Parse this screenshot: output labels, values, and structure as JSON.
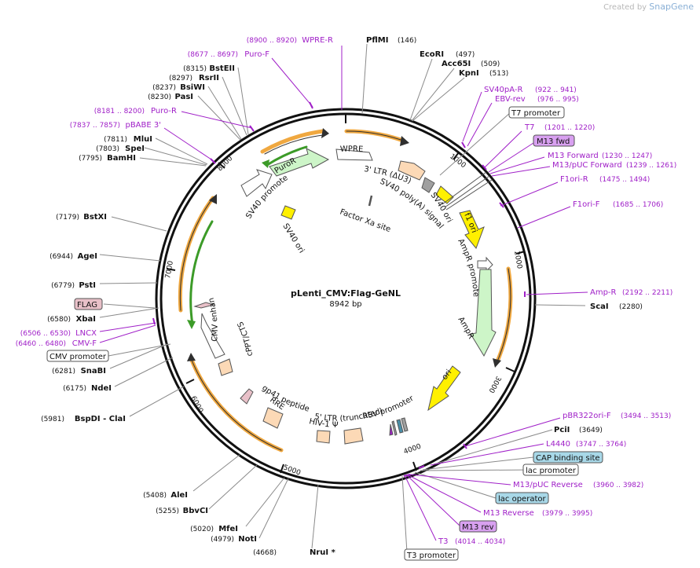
{
  "watermark": {
    "created_by": "Created by",
    "brand": "SnapGene"
  },
  "plasmid": {
    "name": "pLenti_CMV:Flag-GeNL",
    "size_label": "8942 bp",
    "length": 8942
  },
  "ticks": [
    "1000",
    "2000",
    "3000",
    "4000",
    "5000",
    "6000",
    "7000",
    "8000"
  ],
  "colors": {
    "site": "#000000",
    "primer": "#a020c8",
    "orf_orange": "#f0a840",
    "orf_green": "#3c9b28",
    "marker_green": "#cdf5c8",
    "marker_yellow": "#fff000",
    "marker_peach": "#fcd9b6",
    "marker_gray": "#a0a0a0",
    "flag_pink": "#e8c0c8",
    "mauve": "#d8a0f0",
    "teal": "#a8d8e8"
  },
  "sites": [
    {
      "name": "PflMI",
      "pos": "(146)"
    },
    {
      "name": "EcoRI",
      "pos": "(497)"
    },
    {
      "name": "Acc65I",
      "pos": "(509)"
    },
    {
      "name": "KpnI",
      "pos": "(513)"
    },
    {
      "name": "ScaI",
      "pos": "(2280)"
    },
    {
      "name": "PciI",
      "pos": "(3649)"
    },
    {
      "name": "NruI *",
      "pos": "(4668)"
    },
    {
      "name": "NotI",
      "pos": "(4979)"
    },
    {
      "name": "MfeI",
      "pos": "(5020)"
    },
    {
      "name": "BbvCI",
      "pos": "(5255)"
    },
    {
      "name": "AleI",
      "pos": "(5408)"
    },
    {
      "name": "BspDI  - ClaI",
      "pos": "(5981)"
    },
    {
      "name": "NdeI",
      "pos": "(6175)"
    },
    {
      "name": "SnaBI",
      "pos": "(6281)"
    },
    {
      "name": "XbaI",
      "pos": "(6580)"
    },
    {
      "name": "PstI",
      "pos": "(6779)"
    },
    {
      "name": "AgeI",
      "pos": "(6944)"
    },
    {
      "name": "BstXI",
      "pos": "(7179)"
    },
    {
      "name": "BamHI",
      "pos": "(7795)"
    },
    {
      "name": "SpeI",
      "pos": "(7803)"
    },
    {
      "name": "MluI",
      "pos": "(7811)"
    },
    {
      "name": "PasI",
      "pos": "(8230)"
    },
    {
      "name": "BsiWI",
      "pos": "(8237)"
    },
    {
      "name": "RsrII",
      "pos": "(8297)"
    },
    {
      "name": "BstEII",
      "pos": "(8315)"
    }
  ],
  "primers": [
    {
      "name": "WPRE-R",
      "range": "(8900 .. 8920)"
    },
    {
      "name": "Puro-F",
      "range": "(8677 .. 8697)"
    },
    {
      "name": "Puro-R",
      "range": "(8181 .. 8200)"
    },
    {
      "name": "pBABE 3'",
      "range": "(7837 .. 7857)"
    },
    {
      "name": "SV40pA-R",
      "range": "(922 .. 941)"
    },
    {
      "name": "EBV-rev",
      "range": "(976 .. 995)"
    },
    {
      "name": "T7",
      "range": "(1201 .. 1220)"
    },
    {
      "name": "M13 Forward",
      "range": "(1230 .. 1247)"
    },
    {
      "name": "M13/pUC Forward",
      "range": "(1239 .. 1261)"
    },
    {
      "name": "F1ori-R",
      "range": "(1475 .. 1494)"
    },
    {
      "name": "F1ori-F",
      "range": "(1685 .. 1706)"
    },
    {
      "name": "Amp-R",
      "range": "(2192 .. 2211)"
    },
    {
      "name": "pBR322ori-F",
      "range": "(3494 .. 3513)"
    },
    {
      "name": "L4440",
      "range": "(3747 .. 3764)"
    },
    {
      "name": "M13/pUC Reverse",
      "range": "(3960 .. 3982)"
    },
    {
      "name": "M13 Reverse",
      "range": "(3979 .. 3995)"
    },
    {
      "name": "T3",
      "range": "(4014 .. 4034)"
    },
    {
      "name": "LNCX",
      "range": "(6506 .. 6530)"
    },
    {
      "name": "CMV-F",
      "range": "(6460 .. 6480)"
    }
  ],
  "boxed_features": {
    "t7_promoter": "T7 promoter",
    "m13_fwd": "M13 fwd",
    "flag": "FLAG",
    "cmv_promoter": "CMV promoter",
    "cap_binding_site": "CAP binding site",
    "lac_promoter": "lac promoter",
    "lac_operator": "lac operator",
    "m13_rev": "M13 rev",
    "t3_promoter": "T3 promoter"
  },
  "inner_features": {
    "wpre": "WPRE",
    "puror": "PuroR",
    "sv40_promoter": "SV40 promoter",
    "ltr3": "3' LTR (ΔU3)",
    "sv40_polya": "SV40 poly(A) signal",
    "factor_xa": "Factor Xa site",
    "sv40_ori": "SV40 ori",
    "f1_ori": "f1 ori",
    "ampr_promoter": "AmpR promoter",
    "ampr": "AmpR",
    "ori": "ori",
    "rsv_promoter": "RSV promoter",
    "ltr5": "5' LTR (truncated)",
    "hiv_psi": "HIV-1 Ψ",
    "rre": "RRE",
    "gp41": "gp41 peptide",
    "cppt": "cPPT/CTS",
    "cmv_enhancer": "CMV enhancer"
  }
}
